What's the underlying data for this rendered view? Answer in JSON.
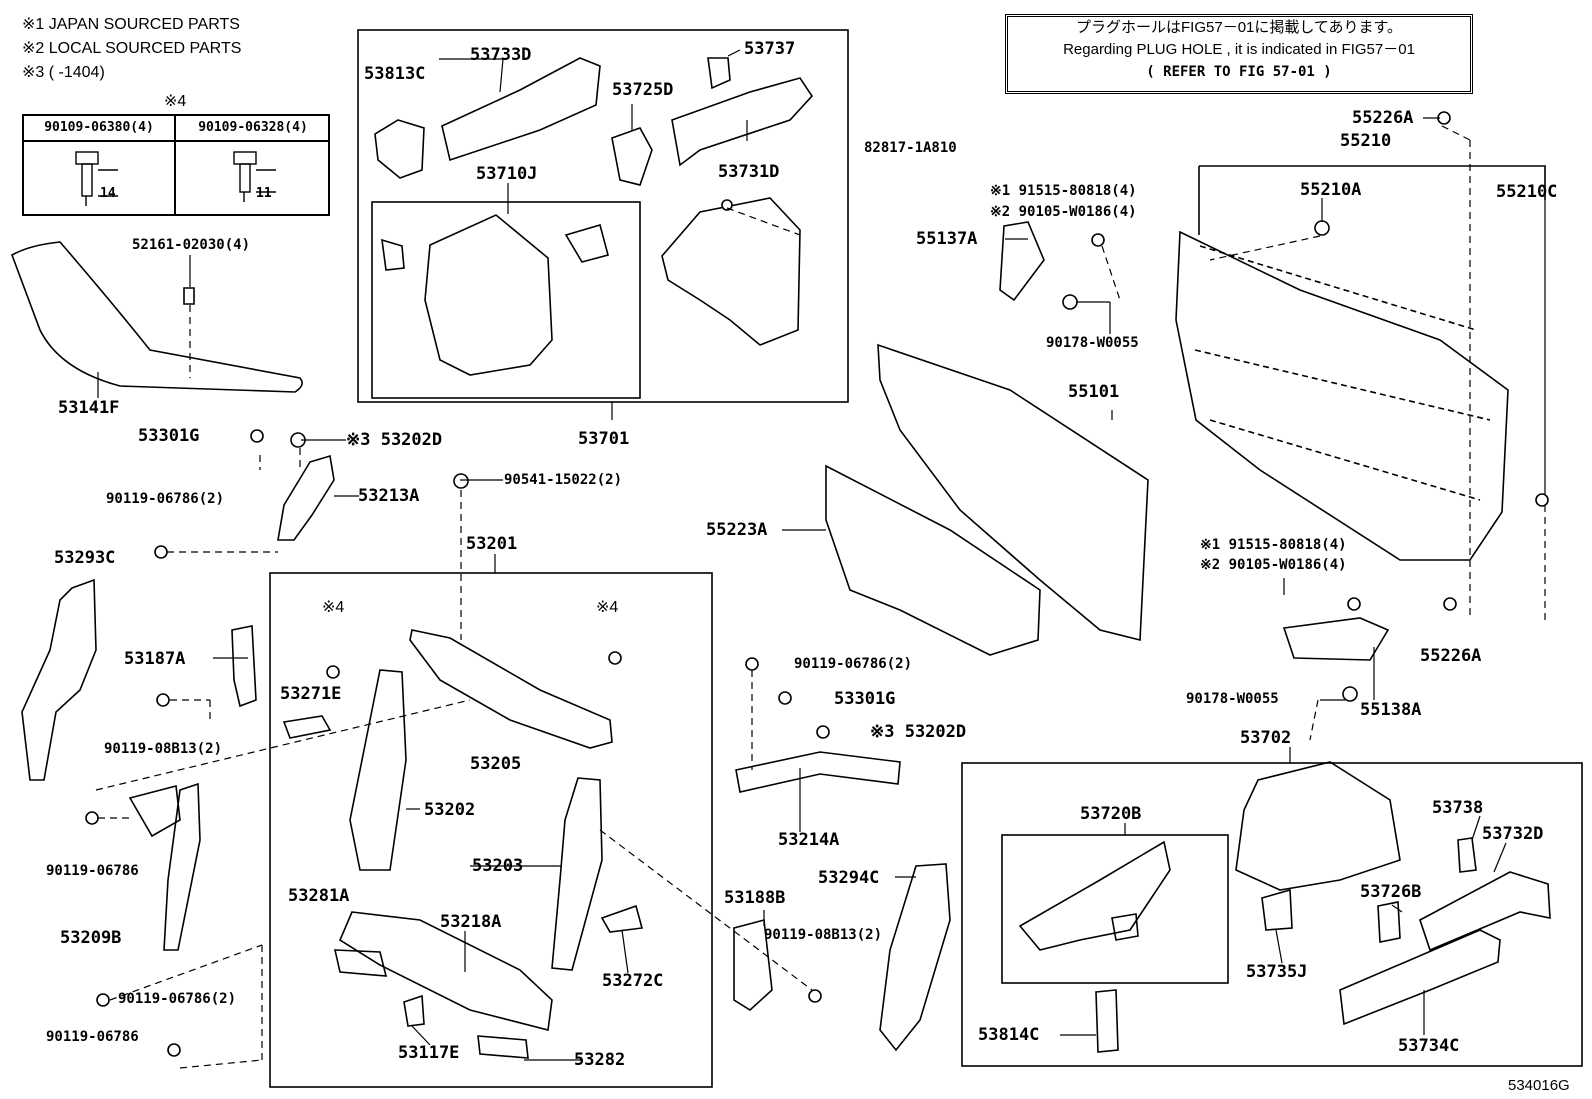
{
  "notes": {
    "n1": "※1 JAPAN SOURCED PARTS",
    "n2": "※2 LOCAL SOURCED PARTS",
    "n3": "※3 (      -1404)",
    "n4": "※4"
  },
  "bolt_table": {
    "left_part": "90109-06380(4)",
    "right_part": "90109-06328(4)",
    "left_dim": "14",
    "right_dim": "11"
  },
  "reference": {
    "line1": "プラグホールはFIG57－01に掲載してあります。",
    "line2": "Regarding PLUG HOLE , it is indicated in FIG57－01",
    "line3": "(  REFER TO FIG 57-01 )"
  },
  "labels": {
    "p53813C": "53813C",
    "p53733D": "53733D",
    "p53737": "53737",
    "p53725D": "53725D",
    "p53731D": "53731D",
    "p53710J": "53710J",
    "p53701": "53701",
    "p82817": "82817-1A810",
    "p52161": "52161-02030(4)",
    "p53141F": "53141F",
    "p53301G_a": "53301G",
    "p53202D_a": "※3 53202D",
    "p53213A": "53213A",
    "p90119_06786_2a": "90119-06786(2)",
    "p90541": "90541-15022(2)",
    "p53201": "53201",
    "p53293C": "53293C",
    "p53187A": "53187A",
    "p90119_08B13_a": "90119-08B13(2)",
    "p53271E": "53271E",
    "x4_left": "※4",
    "x4_right": "※4",
    "p53205": "53205",
    "p53202": "53202",
    "p90119_06786_b": "90119-06786",
    "p53209B": "53209B",
    "p53203": "53203",
    "p53281A": "53281A",
    "p53218A": "53218A",
    "p53272C": "53272C",
    "p90119_06786_2c": "90119-06786(2)",
    "p90119_06786_d": "90119-06786",
    "p53117E": "53117E",
    "p53282": "53282",
    "p55137A": "55137A",
    "p91515_a": "※1 91515-80818(4)",
    "p90105_a": "※2 90105-W0186(4)",
    "p90178_a": "90178-W0055",
    "p55101": "55101",
    "p55223A": "55223A",
    "p90119_06786_2e": "90119-06786(2)",
    "p53301G_b": "53301G",
    "p53202D_b": "※3 53202D",
    "p53214A": "53214A",
    "p53188B": "53188B",
    "p90119_08B13_b": "90119-08B13(2)",
    "p53294C": "53294C",
    "p55226A_top": "55226A",
    "p55210": "55210",
    "p55210A": "55210A",
    "p55210C": "55210C",
    "p91515_b": "※1 91515-80818(4)",
    "p90105_b": "※2 90105-W0186(4)",
    "p55226A_bot": "55226A",
    "p90178_b": "90178-W0055",
    "p55138A": "55138A",
    "p53702": "53702",
    "p53720B": "53720B",
    "p53738": "53738",
    "p53732D": "53732D",
    "p53726B": "53726B",
    "p53735J": "53735J",
    "p53814C": "53814C",
    "p53734C": "53734C",
    "figure_id": "534016G"
  }
}
